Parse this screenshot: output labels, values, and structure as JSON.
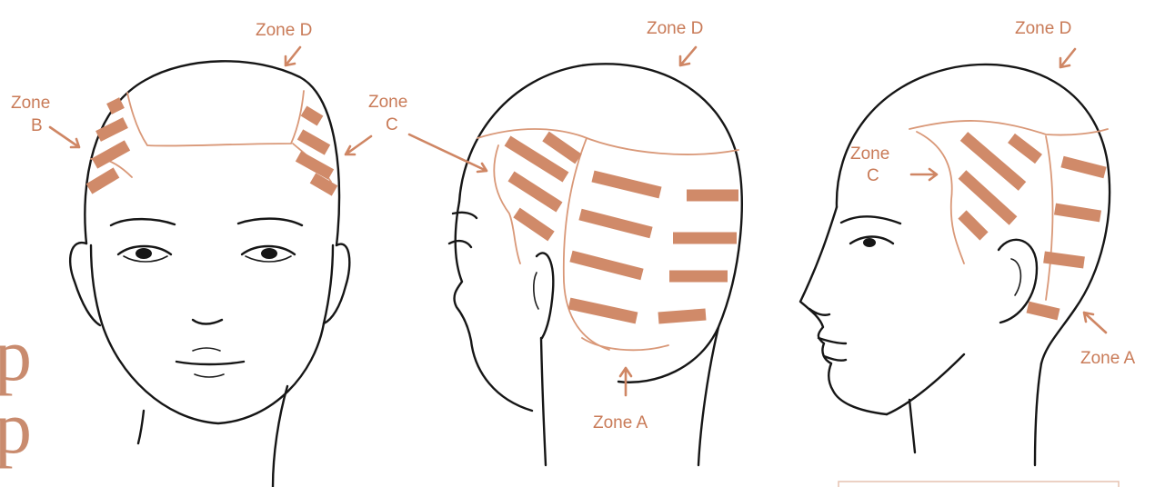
{
  "labels": {
    "front_zone_d": "Zone D",
    "front_zone_b_1": "Zone",
    "front_zone_b_2": "B",
    "front_zone_c_1": "Zone",
    "front_zone_c_2": "C",
    "back_zone_d": "Zone D",
    "back_zone_a": "Zone A",
    "side_zone_d": "Zone D",
    "side_zone_c_1": "Zone",
    "side_zone_c_2": "C",
    "side_zone_a": "Zone A"
  },
  "brand_mark": "pp",
  "colors": {
    "accent": "#d08a69",
    "label": "#c97b58",
    "line": "#161616",
    "brand": "#c98b6e"
  }
}
